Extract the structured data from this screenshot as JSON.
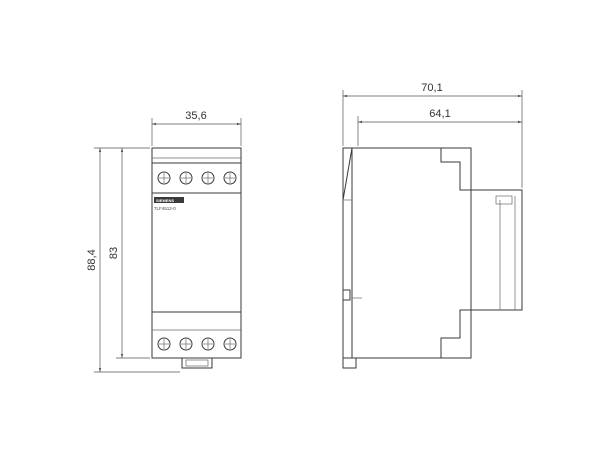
{
  "front_view": {
    "width_dim": "35,6",
    "height_outer_dim": "88,4",
    "height_inner_dim": "83",
    "brand_label": "SIEMENS",
    "model_label": "7LF4512-0"
  },
  "side_view": {
    "depth_outer_dim": "70,1",
    "depth_inner_dim": "64,1"
  }
}
